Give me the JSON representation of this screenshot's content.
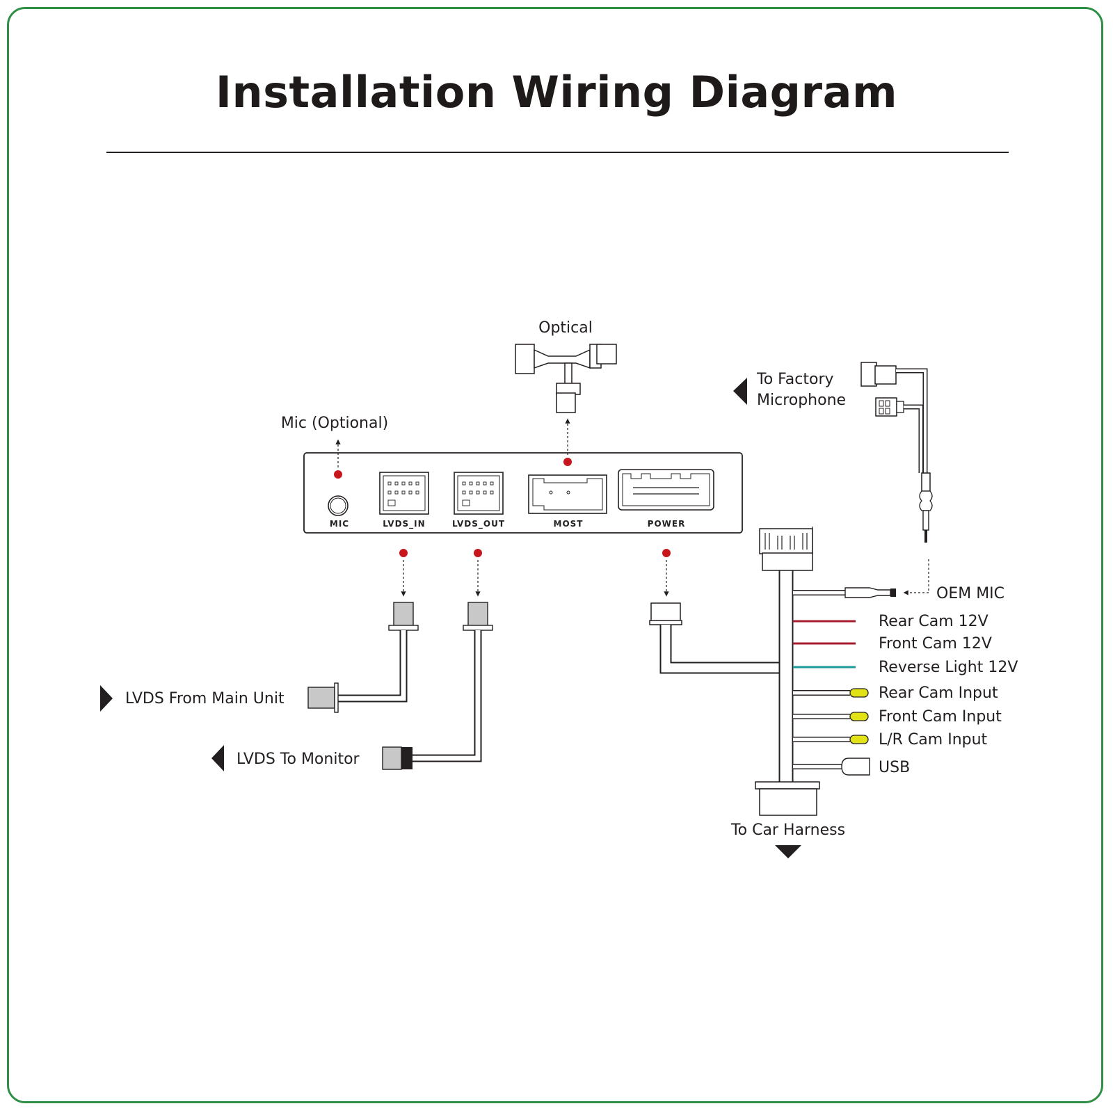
{
  "title": "Installation Wiring Diagram",
  "colors": {
    "frame": "#2f8f45",
    "ink": "#231f20",
    "port_dot": "#c8161d",
    "wire_red": "#a61c2e",
    "wire_teal": "#1b9a97",
    "rca_yellow": "#e1e317",
    "plug_gray": "#c8c8c8"
  },
  "module_ports": [
    "MIC",
    "LVDS_IN",
    "LVDS_OUT",
    "MOST",
    "POWER"
  ],
  "labels": {
    "optical": "Optical",
    "mic_optional": "Mic (Optional)",
    "factory_mic_line1": "To Factory",
    "factory_mic_line2": "Microphone",
    "lvds_from": "LVDS From Main Unit",
    "lvds_to": "LVDS To Monitor",
    "oem_mic": "OEM MIC",
    "car_harness": "To Car Harness"
  },
  "harness_leads": [
    {
      "label": "Rear Cam 12V",
      "terminal": "red-wire"
    },
    {
      "label": "Front Cam 12V",
      "terminal": "red-wire"
    },
    {
      "label": "Reverse Light 12V",
      "terminal": "teal-wire"
    },
    {
      "label": "Rear Cam Input",
      "terminal": "yellow-rca"
    },
    {
      "label": "Front Cam Input",
      "terminal": "yellow-rca"
    },
    {
      "label": "L/R Cam Input",
      "terminal": "yellow-rca"
    },
    {
      "label": "USB",
      "terminal": "usb-socket"
    }
  ],
  "icons": [
    "arrow-right-icon",
    "arrow-left-icon",
    "arrow-down-icon"
  ]
}
